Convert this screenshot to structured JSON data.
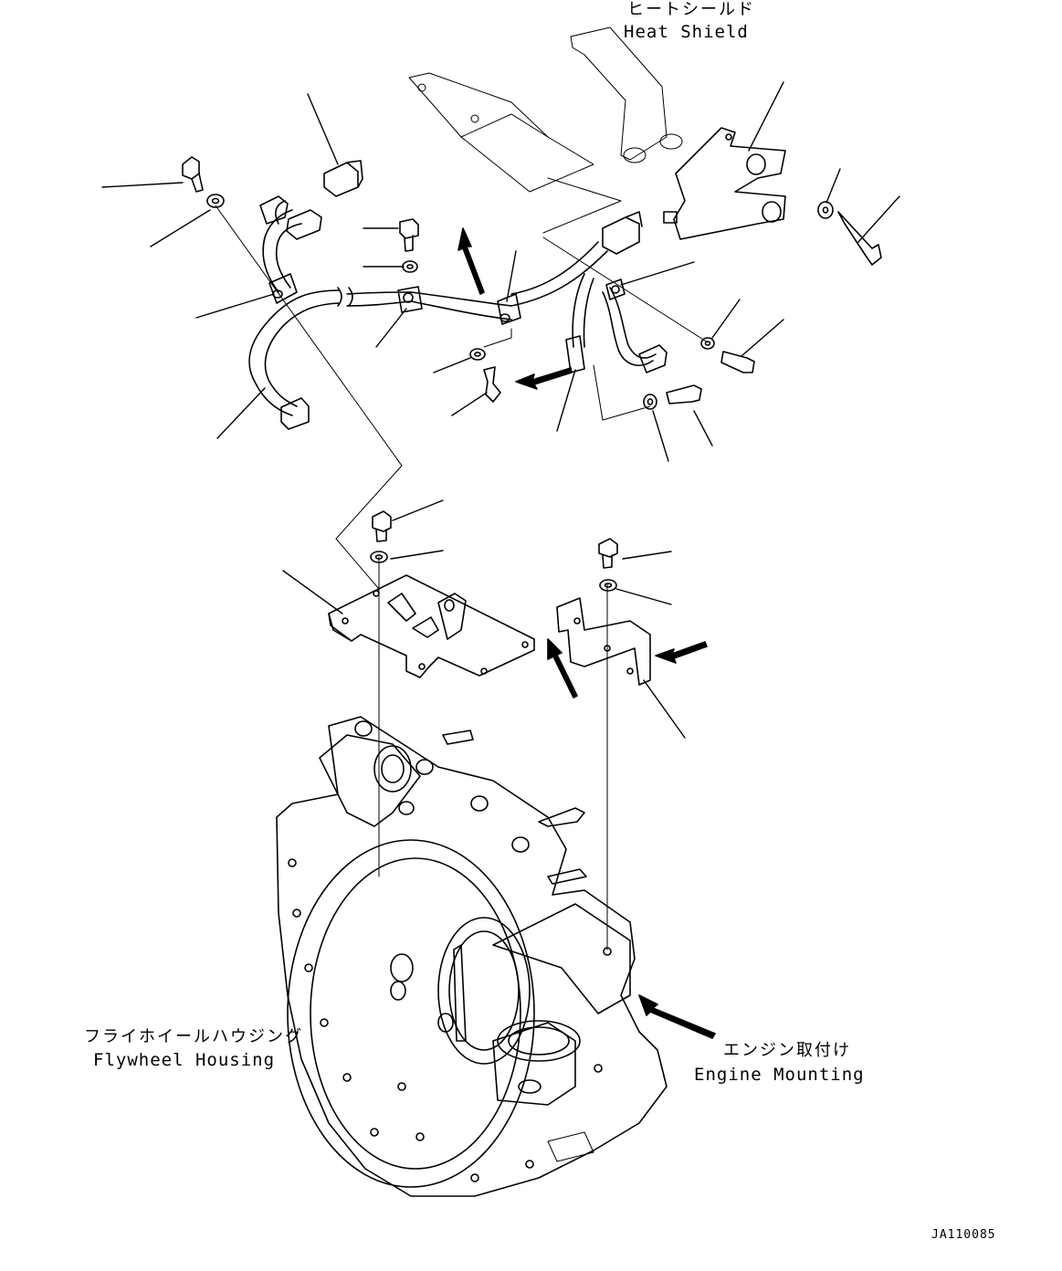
{
  "labels": {
    "heat_shield_jp": "ヒートシールド",
    "heat_shield_en": "Heat Shield",
    "flywheel_housing_jp": "フライホイールハウジング",
    "flywheel_housing_en": "Flywheel Housing",
    "engine_mounting_jp": "エンジン取付け",
    "engine_mounting_en": "Engine Mounting",
    "drawing_code": "JA110085"
  },
  "colors": {
    "line": "#000000",
    "background": "#ffffff"
  }
}
